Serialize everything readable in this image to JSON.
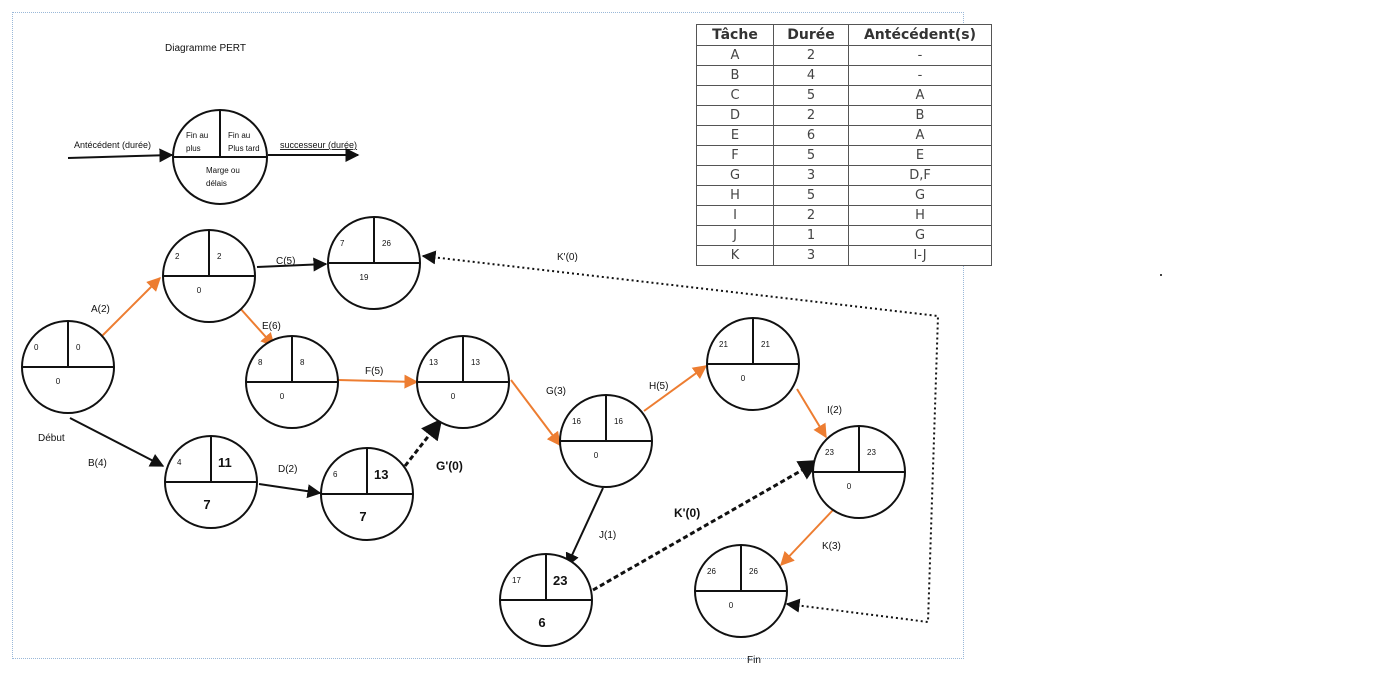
{
  "diagram_title": "Diagramme PERT",
  "legend": {
    "predecessor_label": "Antécédent (durée)",
    "successor_label": "successeur (durée)",
    "early_finish": [
      "Fin au",
      "plus"
    ],
    "late_finish": [
      "Fin au",
      "Plus tard"
    ],
    "slack": [
      "Marge ou",
      "délais"
    ]
  },
  "table": {
    "headers": [
      "Tâche",
      "Durée",
      "Antécédent(s)"
    ],
    "rows": [
      [
        "A",
        "2",
        "-"
      ],
      [
        "B",
        "4",
        "-"
      ],
      [
        "C",
        "5",
        "A"
      ],
      [
        "D",
        "2",
        "B"
      ],
      [
        "E",
        "6",
        "A"
      ],
      [
        "F",
        "5",
        "E"
      ],
      [
        "G",
        "3",
        "D,F"
      ],
      [
        "H",
        "5",
        "G"
      ],
      [
        "I",
        "2",
        "H"
      ],
      [
        "J",
        "1",
        "G"
      ],
      [
        "K",
        "3",
        "I-J"
      ]
    ]
  },
  "start_label": "Début",
  "end_label": "Fin",
  "nodes": [
    {
      "id": "n0",
      "early": "0",
      "late": "0",
      "slack": "0"
    },
    {
      "id": "n2",
      "early": "2",
      "late": "2",
      "slack": "0"
    },
    {
      "id": "n7",
      "early": "7",
      "late": "26",
      "slack": "19"
    },
    {
      "id": "n8",
      "early": "8",
      "late": "8",
      "slack": "0"
    },
    {
      "id": "n4",
      "early": "4",
      "late": "11",
      "slack": "7"
    },
    {
      "id": "n6",
      "early": "6",
      "late": "13",
      "slack": "7"
    },
    {
      "id": "n13",
      "early": "13",
      "late": "13",
      "slack": "0"
    },
    {
      "id": "n16",
      "early": "16",
      "late": "16",
      "slack": "0"
    },
    {
      "id": "n21",
      "early": "21",
      "late": "21",
      "slack": "0"
    },
    {
      "id": "n23",
      "early": "23",
      "late": "23",
      "slack": "0"
    },
    {
      "id": "n17",
      "early": "17",
      "late": "23",
      "slack": "6"
    },
    {
      "id": "n26",
      "early": "26",
      "late": "26",
      "slack": "0"
    }
  ],
  "edges": [
    {
      "label": "A(2)",
      "from": "n0",
      "to": "n2",
      "critical": true,
      "dummy": false
    },
    {
      "label": "B(4)",
      "from": "n0",
      "to": "n4",
      "critical": false,
      "dummy": false
    },
    {
      "label": "C(5)",
      "from": "n2",
      "to": "n7",
      "critical": false,
      "dummy": false
    },
    {
      "label": "E(6)",
      "from": "n2",
      "to": "n8",
      "critical": true,
      "dummy": false
    },
    {
      "label": "F(5)",
      "from": "n8",
      "to": "n13",
      "critical": true,
      "dummy": false
    },
    {
      "label": "D(2)",
      "from": "n4",
      "to": "n6",
      "critical": false,
      "dummy": false
    },
    {
      "label": "G'(0)",
      "from": "n6",
      "to": "n13",
      "critical": false,
      "dummy": true
    },
    {
      "label": "G(3)",
      "from": "n13",
      "to": "n16",
      "critical": true,
      "dummy": false
    },
    {
      "label": "H(5)",
      "from": "n16",
      "to": "n21",
      "critical": true,
      "dummy": false
    },
    {
      "label": "I(2)",
      "from": "n21",
      "to": "n23",
      "critical": true,
      "dummy": false
    },
    {
      "label": "J(1)",
      "from": "n16",
      "to": "n17",
      "critical": false,
      "dummy": false
    },
    {
      "label": "K'(0)",
      "from": "n17",
      "to": "n23",
      "critical": false,
      "dummy": true
    },
    {
      "label": "K(3)",
      "from": "n23",
      "to": "n26",
      "critical": true,
      "dummy": false
    },
    {
      "label": "K'(0)",
      "from": "n7",
      "to": "n26",
      "critical": false,
      "dummy": true
    }
  ],
  "colors": {
    "critical": "#ed7d31",
    "normal": "#111111"
  }
}
